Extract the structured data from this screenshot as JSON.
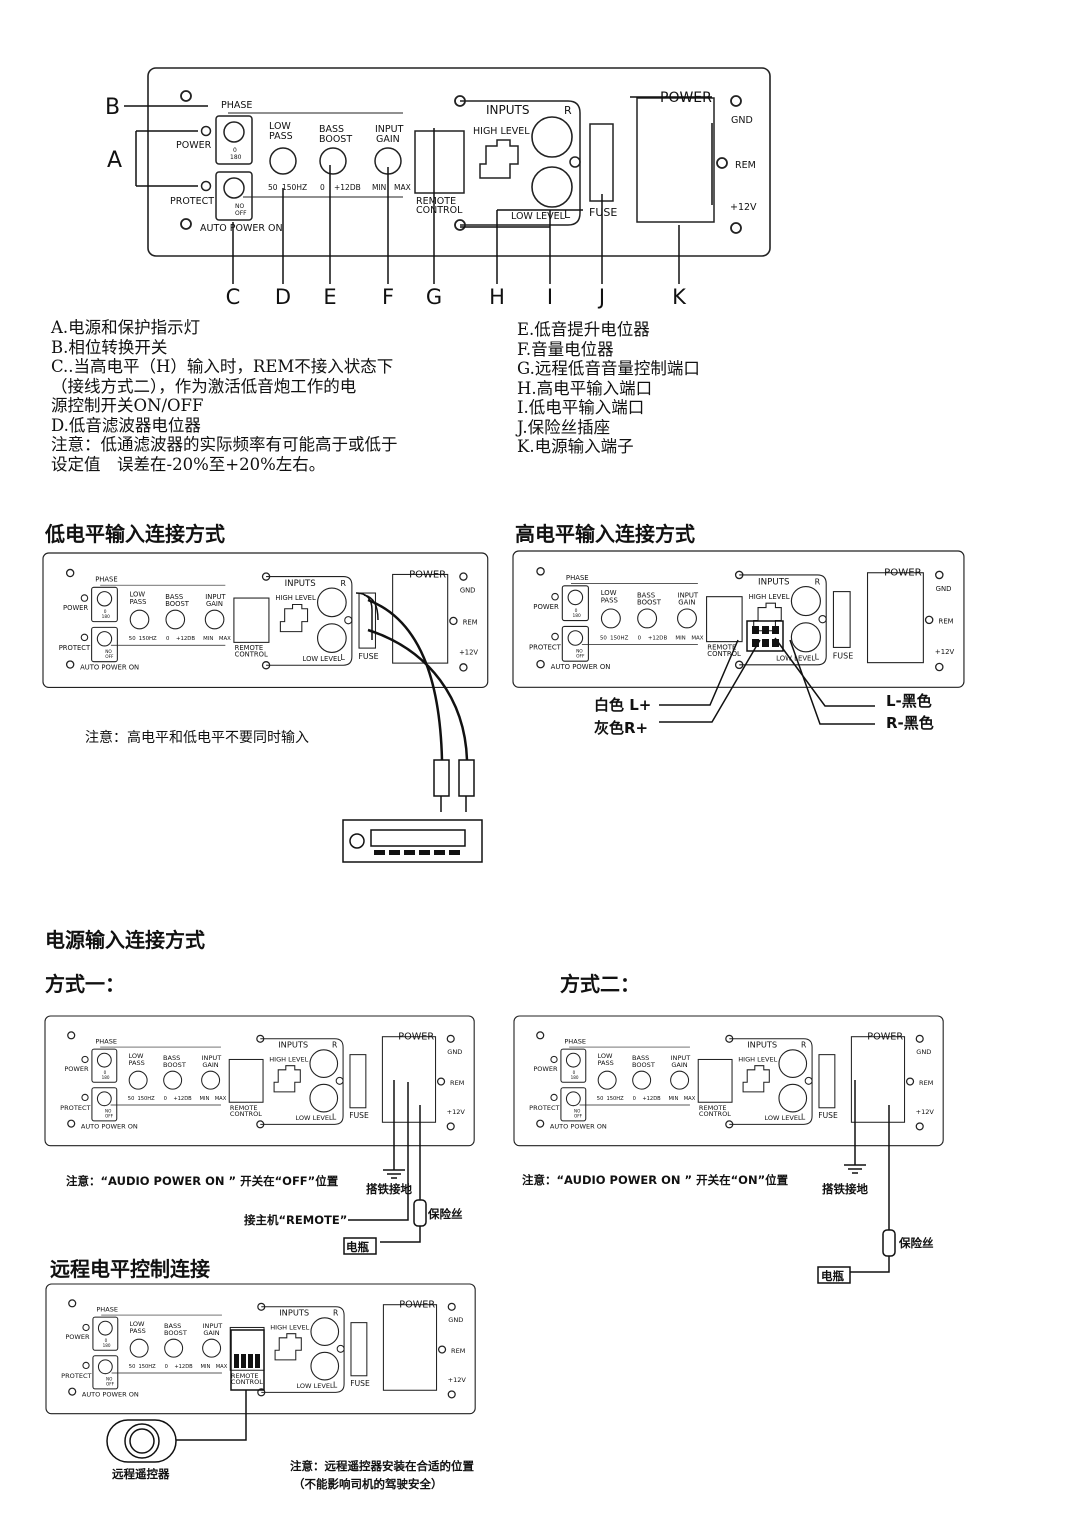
{
  "panel": {
    "phase": "PHASE",
    "power_led": "POWER",
    "protect_led": "PROTECT",
    "auto_power_on": "AUTO POWER ON",
    "low_pass": [
      "LOW",
      "PASS"
    ],
    "bass_boost": [
      "BASS",
      "BOOST"
    ],
    "input_gain": [
      "INPUT",
      "GAIN"
    ],
    "phase_switch": [
      "0",
      "180"
    ],
    "auto_switch": [
      "NO",
      "OFF"
    ],
    "low_pass_range": [
      "50",
      "150HZ"
    ],
    "bass_boost_range": [
      "0",
      "+12DB"
    ],
    "input_gain_range": [
      "MIN",
      "MAX"
    ],
    "remote_control": [
      "REMOTE",
      "CONTROL"
    ],
    "inputs": "INPUTS",
    "high_level": "HIGH LEVEL",
    "low_level": "LOW LEVEL",
    "right_marker": "R",
    "left_marker": "L",
    "fuse": "FUSE",
    "power": "POWER",
    "gnd": "GND",
    "rem": "REM",
    "plus12v": "+12V"
  },
  "callouts": {
    "top": [
      "B",
      "A"
    ],
    "bottom": [
      "C",
      "D",
      "E",
      "F",
      "G",
      "H",
      "I",
      "J",
      "K"
    ]
  },
  "legend_left": [
    "A.电源和保护指示灯",
    "B.相位转换开关",
    "C..当高电平（H）输入时，REM不接入状态下",
    "（接线方式二），作为激活低音炮工作的电",
    "源控制开关ON/OFF",
    "D.低音滤波器电位器",
    "注意：低通滤波器的实际频率有可能高于或低于",
    "设定值　误差在-20%至+20%左右。"
  ],
  "legend_right": [
    "E.低音提升电位器",
    "F.音量电位器",
    "G.远程低音音量控制端口",
    "H.高电平输入端口",
    "I.低电平输入端口",
    "J.保险丝插座",
    "K.电源输入端子"
  ],
  "sections": {
    "low_level_title": "低电平输入连接方式",
    "high_level_title": "高电平输入连接方式",
    "low_level_note": "注意：高电平和低电平不要同时输入",
    "wire_white_l": "白色 L+",
    "wire_gray_r": "灰色R+",
    "wire_l_black": "L-黑色",
    "wire_r_black": "R-黑色",
    "power_title": "电源输入连接方式",
    "method_one": "方式一：",
    "method_two": "方式二：",
    "note_off": "注意：“AUDIO POWER ON ” 开关在“OFF”位置",
    "note_on": "注意：“AUDIO POWER ON ” 开关在“ON”位置",
    "ground": "搭铁接地",
    "remote_host": "接主机“REMOTE”",
    "fuse_cn": "保险丝",
    "battery": "电瓶",
    "remote_title": "远程电平控制连接",
    "remote_controller": "远程遥控器",
    "remote_note": [
      "注意：远程遥控器安装在合适的位置",
      "（不能影响司机的驾驶安全）"
    ]
  }
}
